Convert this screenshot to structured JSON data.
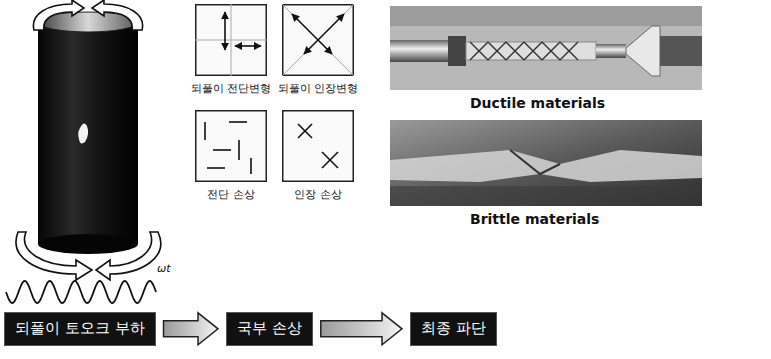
{
  "diagram": {
    "nodes": [
      {
        "text": [
          "되풀이 전단변형"
        ]
      },
      {
        "text": [
          "되풀이 인장변형"
        ]
      },
      {
        "text": [
          "전단 손상"
        ]
      },
      {
        "text": [
          "인장 손상"
        ]
      },
      {
        "text": [
          "되풀이 토오크 부하"
        ]
      },
      {
        "text": [
          "국부 손상"
        ]
      },
      {
        "text": [
          "최종 파단"
        ]
      }
    ],
    "edges": [
      {
        "from": 4,
        "to": 5,
        "arrow": "to"
      },
      {
        "from": 5,
        "to": 6,
        "arrow": "to"
      }
    ],
    "labels": [
      "ωt",
      "Ductile materials",
      "Brittle materials"
    ]
  }
}
